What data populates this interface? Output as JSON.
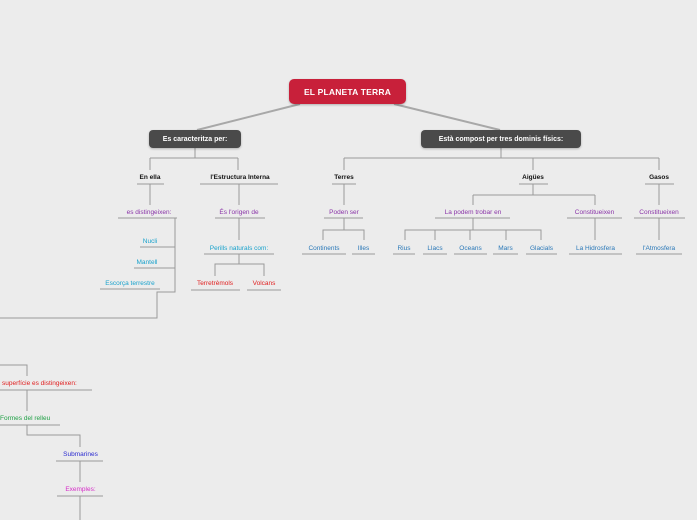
{
  "root": {
    "label": "EL PLANETA TERRA"
  },
  "branches": {
    "left": "Es caracteritza per:",
    "right": "Està compost per tres dominis físics:"
  },
  "left": {
    "en_ella": {
      "label": "En ella",
      "sub": "es distingeixen:",
      "items": [
        "Nucli",
        "Mantell",
        "Escorça terrestre"
      ]
    },
    "estructura": {
      "label": "l'Estructura Interna",
      "sub": "És l'origen de",
      "perills": "Perills naturals com:",
      "items": [
        "Terretrèmols",
        "Volcans"
      ]
    }
  },
  "right": {
    "terres": {
      "label": "Terres",
      "sub": "Poden ser",
      "items": [
        "Continents",
        "Illes"
      ]
    },
    "aigues": {
      "label": "Aigües",
      "sub": "La podem trobar en",
      "items": [
        "Rius",
        "Llacs",
        "Oceans",
        "Mars",
        "Glacials"
      ],
      "sub2": "Constitueixen",
      "item2": "La Hidrosfera"
    },
    "gasos": {
      "label": "Gasos",
      "sub": "Constitueixen",
      "item": "l'Atmosfera"
    }
  },
  "lower": {
    "superficie": "superfície es distingeixen:",
    "formes": "Formes del relleu",
    "submarines": "Submarines",
    "exemples": "Exemples:"
  }
}
